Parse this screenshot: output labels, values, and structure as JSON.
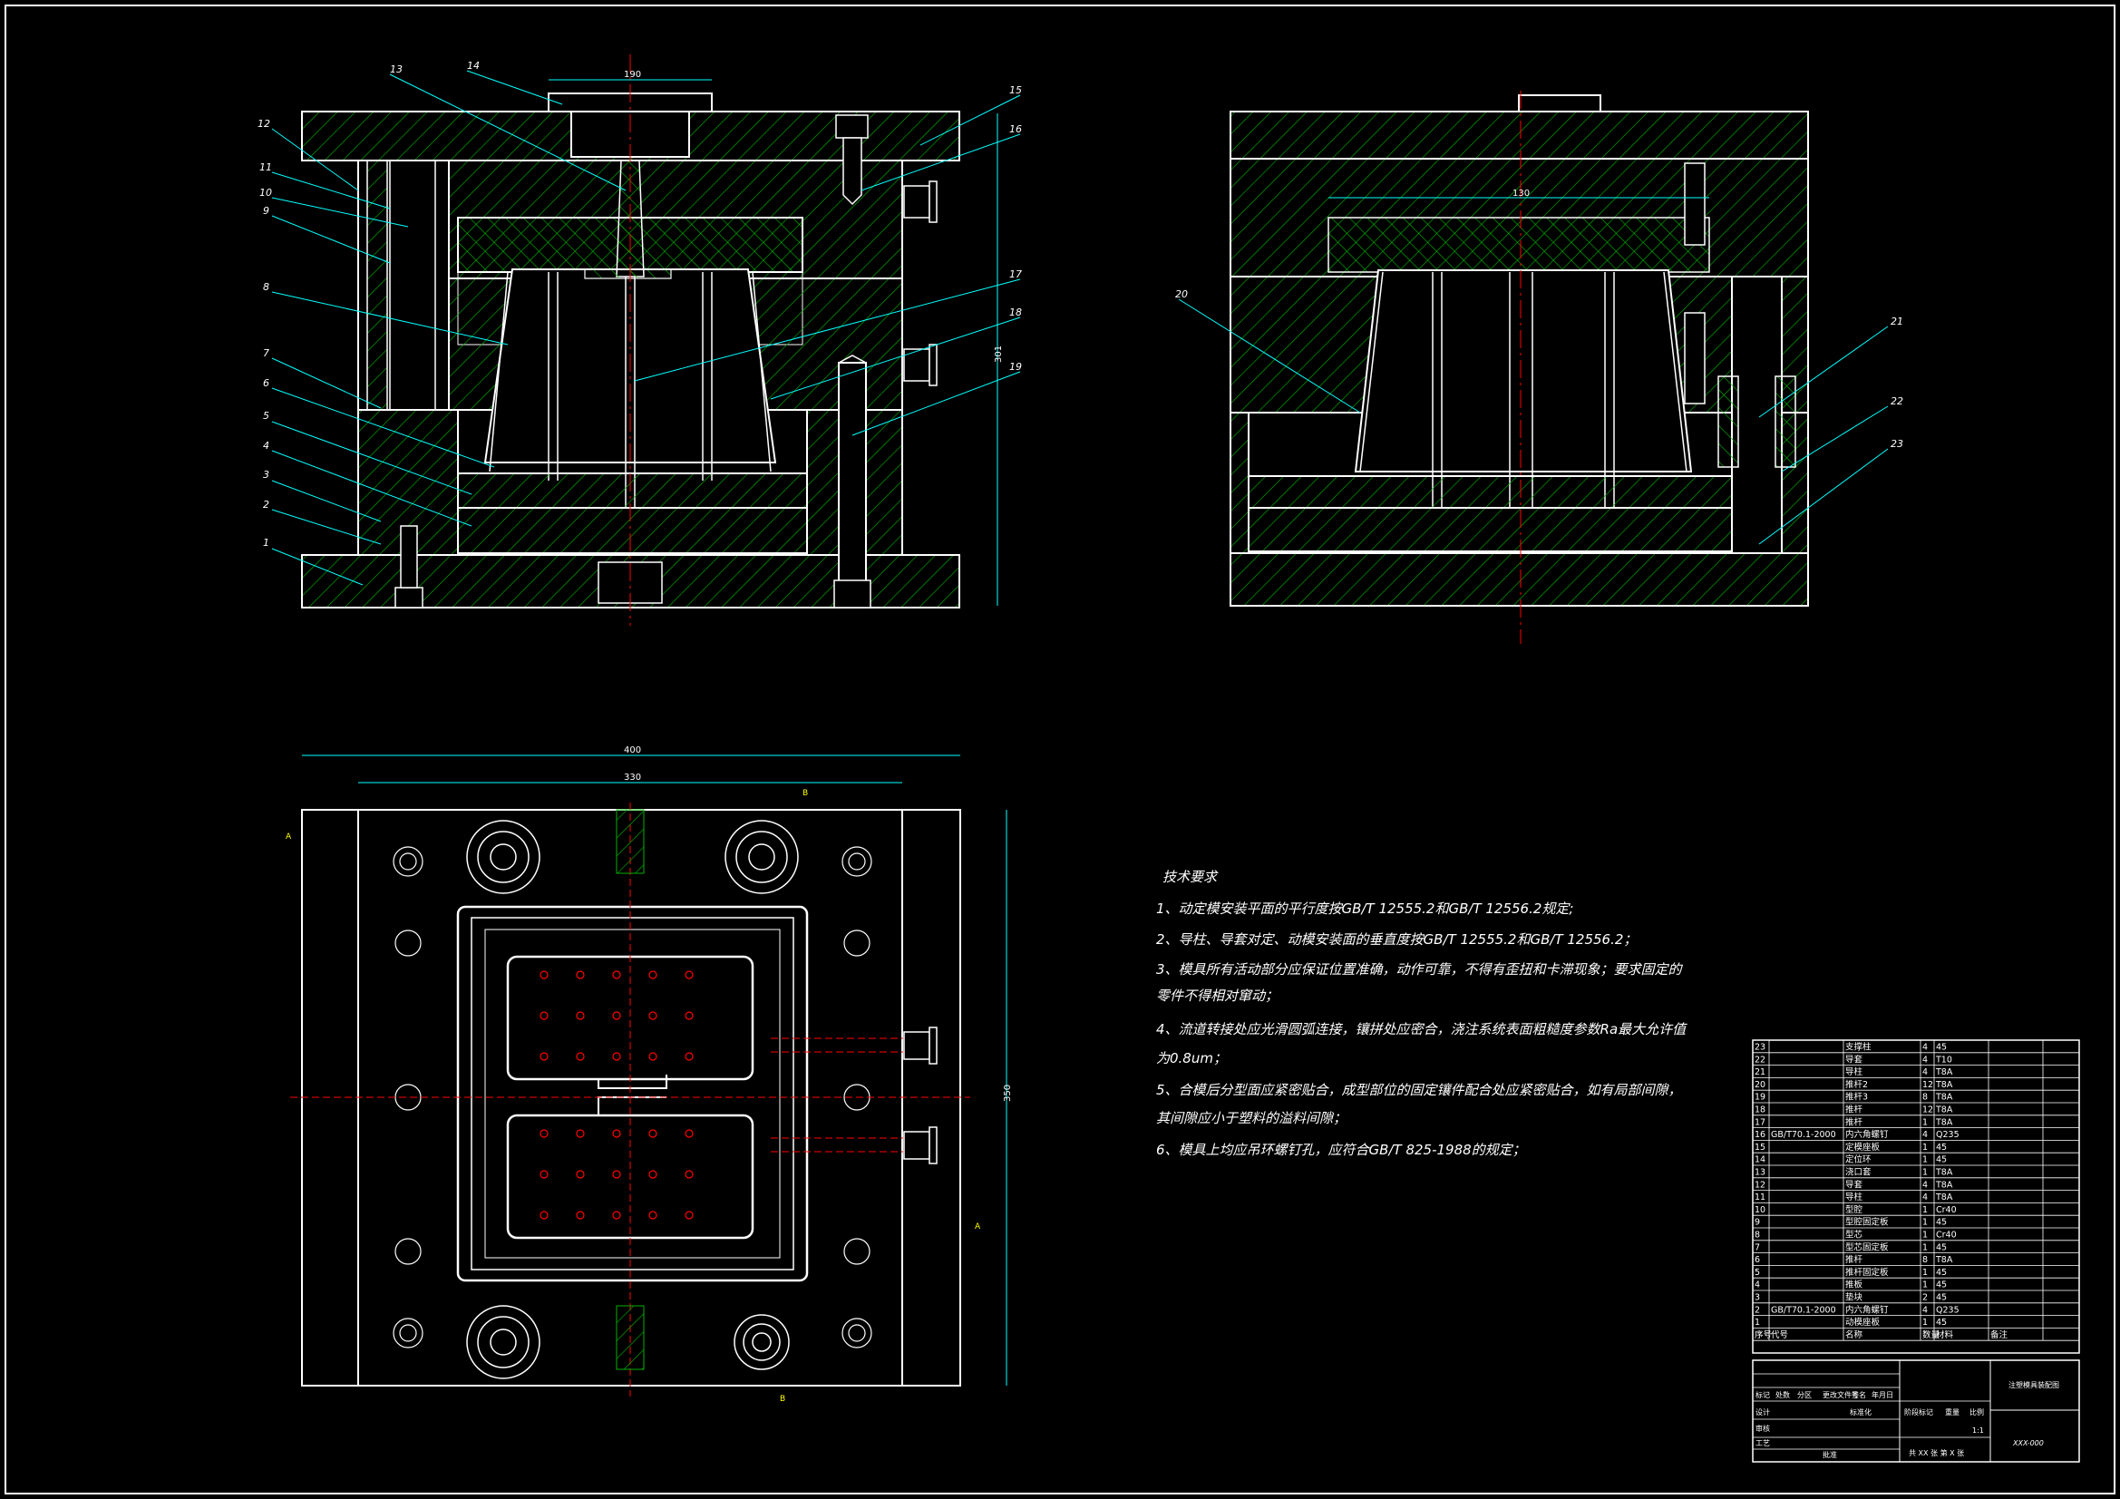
{
  "front_view": {
    "top_dimension": "190",
    "height_dimension": "301",
    "part_numbers": [
      "1",
      "2",
      "3",
      "4",
      "5",
      "6",
      "7",
      "8",
      "9",
      "10",
      "11",
      "12",
      "13",
      "14",
      "15",
      "16",
      "17",
      "18",
      "19"
    ]
  },
  "side_view": {
    "top_dimension": "130",
    "part_numbers": [
      "20",
      "21",
      "22",
      "23"
    ]
  },
  "plan_view": {
    "width_dimension": "400",
    "inner_width_dimension": "330",
    "height_dimension": "350",
    "section_labels": {
      "a": "A",
      "b": "B"
    }
  },
  "tech_requirements": {
    "title": "技术要求",
    "lines": [
      "1、动定模安装平面的平行度按GB/T 12555.2和GB/T 12556.2规定;",
      "2、导柱、导套对定、动模安装面的垂直度按GB/T 12555.2和GB/T 12556.2；",
      "3、模具所有活动部分应保证位置准确，动作可靠，不得有歪扭和卡滞现象；要求固定的",
      "   零件不得相对窜动；",
      "4、流道转接处应光滑圆弧连接，镶拼处应密合，浇注系统表面粗糙度参数Ra最大允许值",
      "   为0.8um；",
      "5、合模后分型面应紧密贴合，成型部位的固定镶件配合处应紧密贴合，如有局部间隙，",
      "   其间隙应小于塑料的溢料间隙；",
      "6、模具上均应吊环螺钉孔，应符合GB/T 825-1988的规定；"
    ]
  },
  "bom": {
    "rows": [
      {
        "no": "23",
        "code": "",
        "name": "支撑柱",
        "qty": "4",
        "material": "45"
      },
      {
        "no": "22",
        "code": "",
        "name": "导套",
        "qty": "4",
        "material": "T10"
      },
      {
        "no": "21",
        "code": "",
        "name": "导柱",
        "qty": "4",
        "material": "T8A"
      },
      {
        "no": "20",
        "code": "",
        "name": "推杆2",
        "qty": "12",
        "material": "T8A"
      },
      {
        "no": "19",
        "code": "",
        "name": "推杆3",
        "qty": "8",
        "material": "T8A"
      },
      {
        "no": "18",
        "code": "",
        "name": "推杆",
        "qty": "12",
        "material": "T8A"
      },
      {
        "no": "17",
        "code": "",
        "name": "推杆",
        "qty": "1",
        "material": "T8A"
      },
      {
        "no": "16",
        "code": "GB/T70.1-2000",
        "name": "内六角螺钉",
        "qty": "4",
        "material": "Q235"
      },
      {
        "no": "15",
        "code": "",
        "name": "定模座板",
        "qty": "1",
        "material": "45"
      },
      {
        "no": "14",
        "code": "",
        "name": "定位环",
        "qty": "1",
        "material": "45"
      },
      {
        "no": "13",
        "code": "",
        "name": "浇口套",
        "qty": "1",
        "material": "T8A"
      },
      {
        "no": "12",
        "code": "",
        "name": "导套",
        "qty": "4",
        "material": "T8A"
      },
      {
        "no": "11",
        "code": "",
        "name": "导柱",
        "qty": "4",
        "material": "T8A"
      },
      {
        "no": "10",
        "code": "",
        "name": "型腔",
        "qty": "1",
        "material": "Cr40"
      },
      {
        "no": "9",
        "code": "",
        "name": "型腔固定板",
        "qty": "1",
        "material": "45"
      },
      {
        "no": "8",
        "code": "",
        "name": "型芯",
        "qty": "1",
        "material": "Cr40"
      },
      {
        "no": "7",
        "code": "",
        "name": "型芯固定板",
        "qty": "1",
        "material": "45"
      },
      {
        "no": "6",
        "code": "",
        "name": "推杆",
        "qty": "8",
        "material": "T8A"
      },
      {
        "no": "5",
        "code": "",
        "name": "推杆固定板",
        "qty": "1",
        "material": "45"
      },
      {
        "no": "4",
        "code": "",
        "name": "推板",
        "qty": "1",
        "material": "45"
      },
      {
        "no": "3",
        "code": "",
        "name": "垫块",
        "qty": "2",
        "material": "45"
      },
      {
        "no": "2",
        "code": "GB/T70.1-2000",
        "name": "内六角螺钉",
        "qty": "4",
        "material": "Q235"
      },
      {
        "no": "1",
        "code": "",
        "name": "动模座板",
        "qty": "1",
        "material": "45"
      }
    ],
    "header": {
      "no": "序号",
      "code": "代号",
      "name": "名称",
      "qty": "数量",
      "material": "材料",
      "note": "备注"
    }
  },
  "title_block": {
    "drawing_title": "注塑模具装配图",
    "drawing_number": "XXX-000",
    "sheet_info": "共 XX 张  第 X 张",
    "labels": {
      "mark": "标记",
      "count": "处数",
      "zone": "分区",
      "change_no": "更改文件号",
      "sign": "签名",
      "date": "年月日",
      "design": "设计",
      "standardize": "标准化",
      "stage": "阶段标记",
      "weight": "重量",
      "scale": "比例",
      "review": "审核",
      "process": "工艺",
      "approve": "批准"
    },
    "scale": "1:1"
  },
  "colors": {
    "background": "#000000",
    "outline": "#ffffff",
    "hatch": "#00cc00",
    "centerline": "#ff0000",
    "dimension": "#00ffff",
    "annotation": "#ffff00",
    "magenta": "#ff00ff"
  }
}
